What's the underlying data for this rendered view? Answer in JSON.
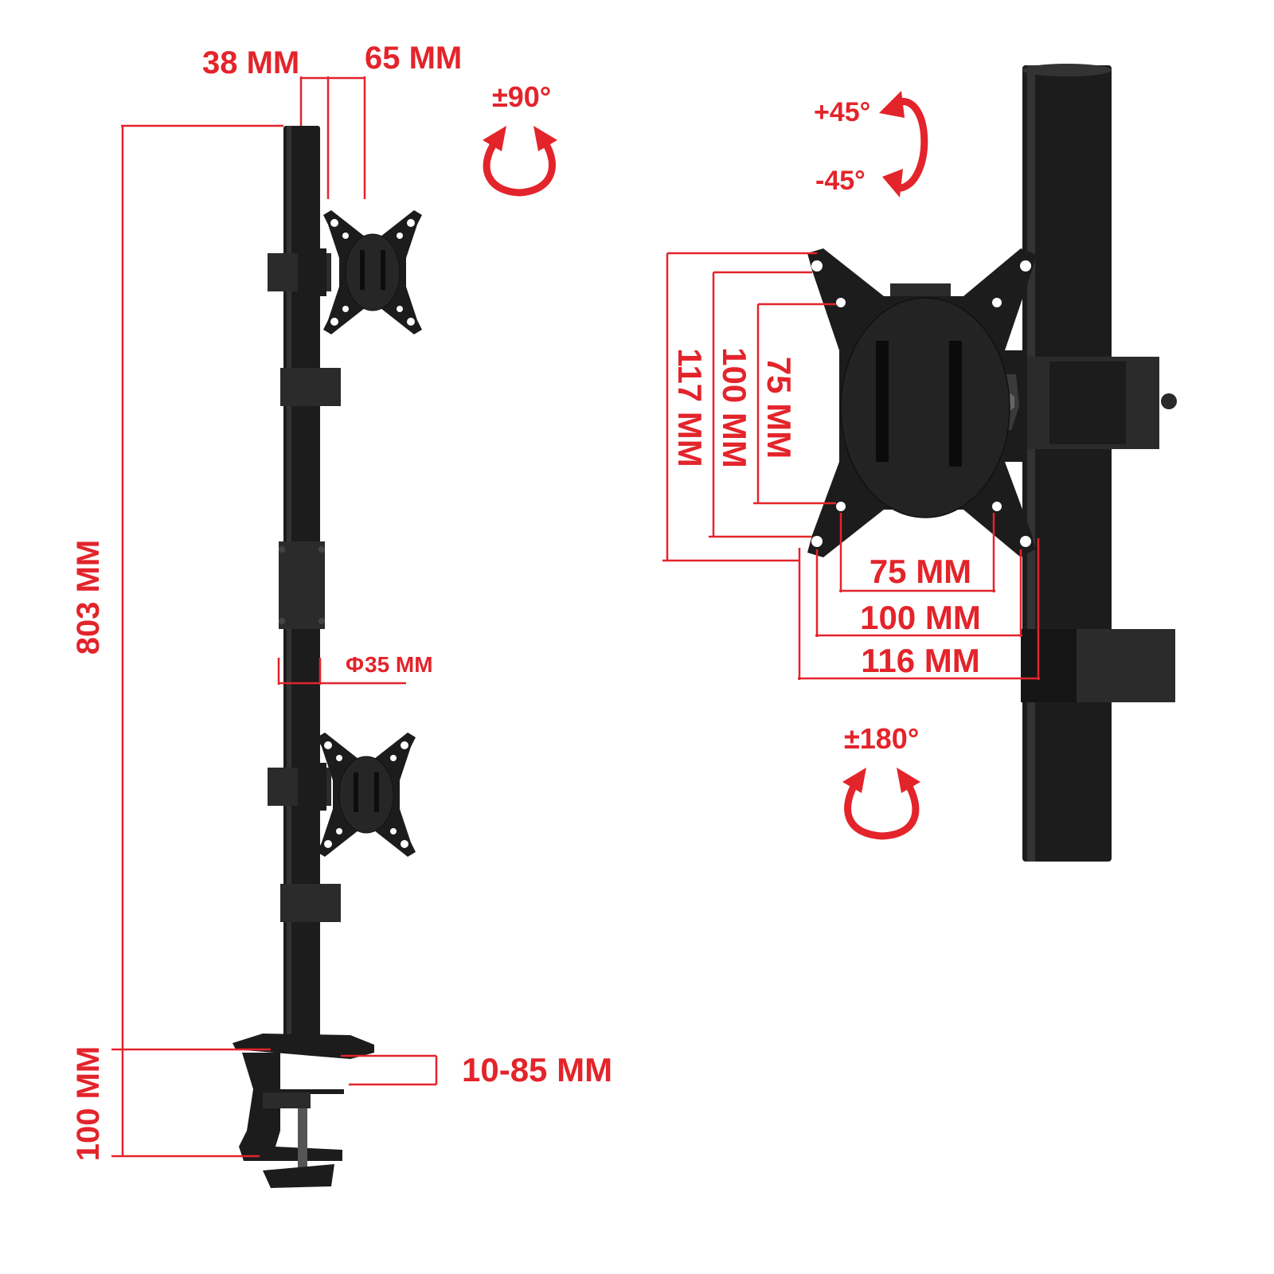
{
  "colors": {
    "dimension": "#e3242b",
    "product": "#1c1c1c",
    "background": "#ffffff"
  },
  "left_view": {
    "arm_offset": "38 MM",
    "plate_offset": "65 MM",
    "total_height": "803 MM",
    "pole_diameter_symbol": "Φ",
    "pole_diameter": "35 MM",
    "clamp_height": "100 MM",
    "desk_thickness": "10-85 MM",
    "rotation": "±90°"
  },
  "right_view": {
    "tilt_up": "+45°",
    "tilt_down": "-45°",
    "vesa_height_outer": "117 MM",
    "vesa_height_large": "100 MM",
    "vesa_height_small": "75 MM",
    "vesa_width_small": "75 MM",
    "vesa_width_large": "100 MM",
    "vesa_width_outer": "116 MM",
    "swivel": "±180°"
  }
}
